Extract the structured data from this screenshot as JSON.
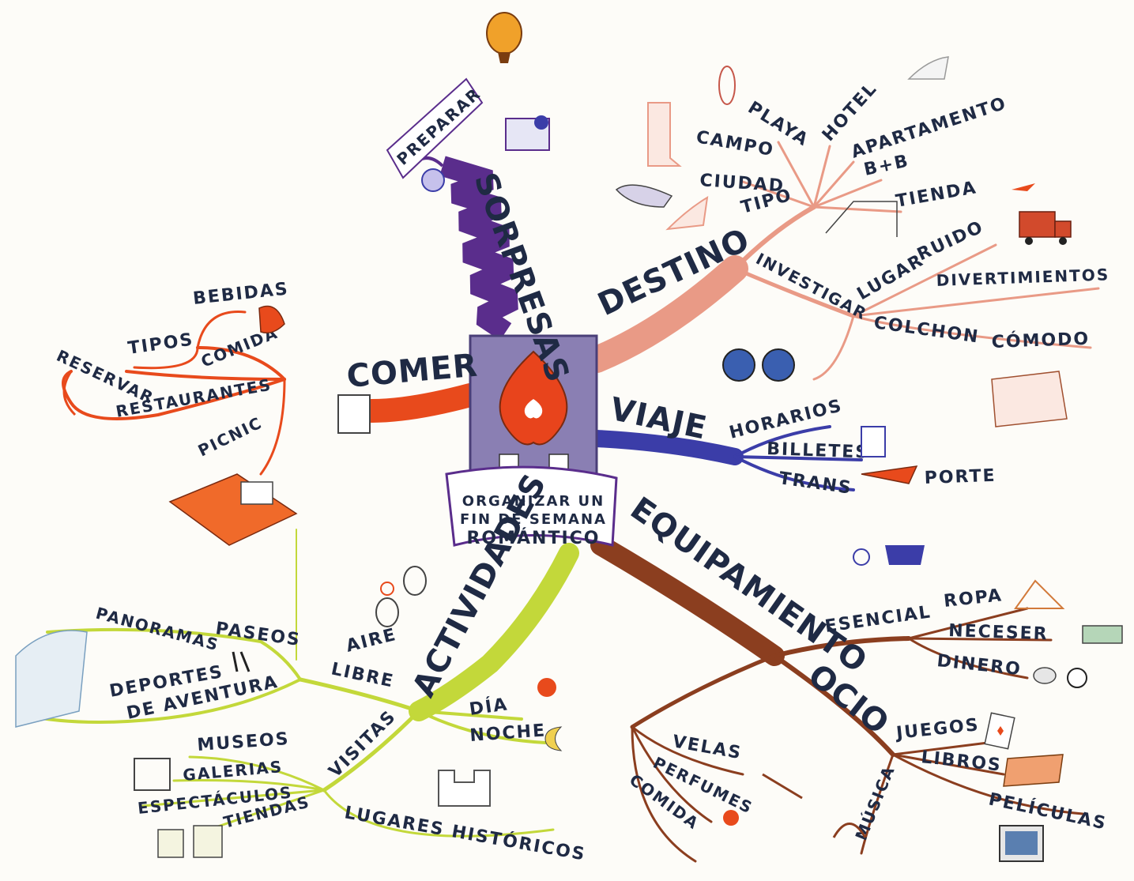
{
  "center": {
    "lines": [
      "ORGANIZAR UN",
      "FIN DE SEMANA",
      "ROMÁNTICO"
    ]
  },
  "branches": {
    "sorpresas": {
      "label": "SORPRESAS",
      "color": "#5a2d8c",
      "children": [
        "PREPARAR"
      ]
    },
    "destino": {
      "label": "DESTINO",
      "color": "#e99a86",
      "children": [
        "TIPO",
        "PLAYA",
        "HOTEL",
        "APARTAMENTO",
        "B+B",
        "TIENDA",
        "CAMPO",
        "CIUDAD",
        "INVESTIGAR",
        "LUGAR",
        "RUIDO",
        "DIVERTIMIENTOS",
        "COLCHON",
        "CÓMODO"
      ]
    },
    "viaje": {
      "label": "VIAJE",
      "color": "#3b3da8",
      "children": [
        "HORARIOS",
        "BILLETES",
        "TRANS",
        "PORTE"
      ]
    },
    "equipamiento": {
      "label": "EQUIPAMIENTO",
      "color": "#8b3e1f",
      "children": [
        "ESENCIAL",
        "ROPA",
        "NECESER",
        "DINERO",
        "OCIO",
        "JUEGOS",
        "LIBROS",
        "PELÍCULAS",
        "MÚSICA",
        "VELAS",
        "PERFUMES",
        "COMIDA"
      ]
    },
    "actividades": {
      "label": "ACTIVIDADES",
      "color": "#c3d83a",
      "children": [
        "AIRE",
        "LIBRE",
        "PANORAMAS",
        "PASEOS",
        "DEPORTES",
        "DE AVENTURA",
        "DÍA",
        "NOCHE",
        "VISITAS",
        "MUSEOS",
        "GALERIAS",
        "ESPECTÁCULOS",
        "TIENDAS",
        "LUGARES HISTÓRICOS"
      ]
    },
    "comer": {
      "label": "COMER",
      "color": "#e84a1c",
      "children": [
        "BEBIDAS",
        "TIPOS",
        "COMIDA",
        "RESERVAR",
        "RESTAURANTES",
        "PICNIC"
      ]
    }
  },
  "icon_names": [
    "hot-air-balloon-icon",
    "jack-in-the-box-icon",
    "gift-ring-icon",
    "flip-flop-icon",
    "boot-icon",
    "high-heel-icon",
    "slipper-icon",
    "tent-icon",
    "truck-icon",
    "binoculars-icon",
    "bed-icon",
    "ticket-icon",
    "airplane-icon",
    "horse-carriage-icon",
    "hanger-icon",
    "toothbrush-icon",
    "coins-icon",
    "playing-cards-icon",
    "book-icon",
    "television-icon",
    "headphones-icon",
    "candle-icon",
    "flower-icon",
    "tennis-racket-icon",
    "sun-icon",
    "moon-icon",
    "castle-icon",
    "picture-frame-icon",
    "shopping-bag-icon",
    "picnic-blanket-icon",
    "hiker-icon",
    "waterfall-icon",
    "telephone-icon",
    "hand-cuff-icon"
  ]
}
